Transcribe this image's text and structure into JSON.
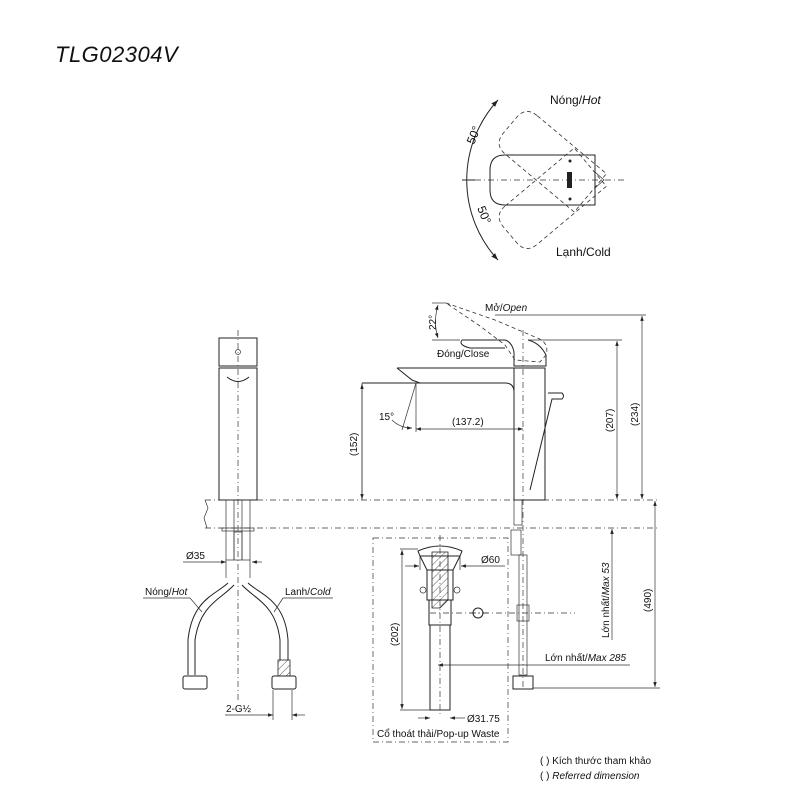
{
  "title": "TLG02304V",
  "top_view": {
    "hot_label": "Nóng/",
    "hot_label_en": "Hot",
    "cold_label": "Lạnh/Cold",
    "angle_hot": "50°",
    "angle_cold": "50°"
  },
  "side_view": {
    "open_label": "Mở/",
    "open_label_en": "Open",
    "close_label": "Đóng/Close",
    "lever_angle": "22°",
    "spout_angle": "15°",
    "spout_reach": "(137.2)",
    "spout_height": "(152)",
    "height_207": "(207)",
    "height_234": "(234)",
    "below_490": "(490)",
    "max_53_prefix": "Lớn nhất/",
    "max_53_value": "Max 53",
    "max_285_prefix": "Lớn nhất/",
    "max_285_value": "Max 285"
  },
  "front_view": {
    "shank_dia": "Ø35",
    "hot_hose": "Nóng/",
    "hot_hose_en": "Hot",
    "cold_hose": "Lanh/",
    "cold_hose_en": "Cold",
    "thread": "2-G½"
  },
  "popup_waste": {
    "flange_dia": "Ø60",
    "height": "(202)",
    "pipe_dia": "Ø31.75",
    "label": "Cổ thoát thải/Pop-up Waste"
  },
  "legend": {
    "line1": "(  ) Kích thước tham khảo",
    "line2_paren": "(  ) ",
    "line2_text": "Referred dimension"
  }
}
